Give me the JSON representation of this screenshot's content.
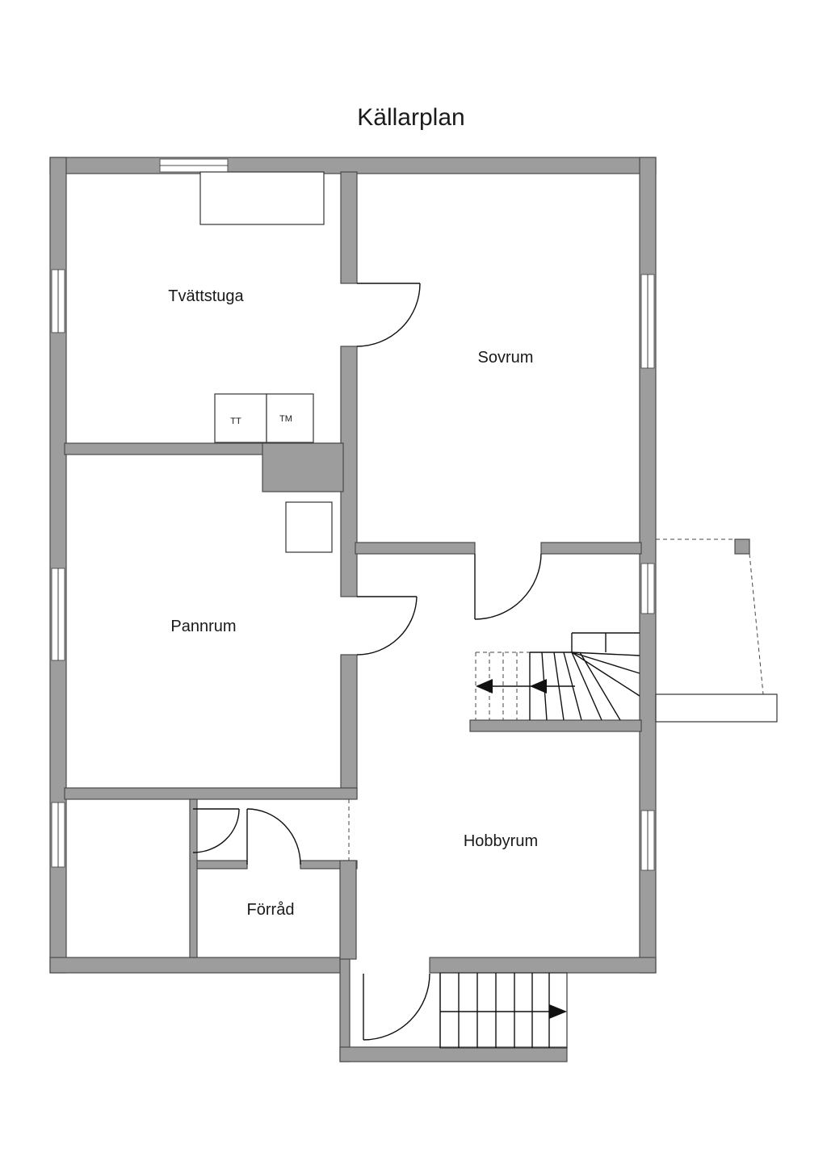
{
  "title": "Källarplan",
  "rooms": {
    "tvattstuga": "Tvättstuga",
    "sovrum": "Sovrum",
    "pannrum": "Pannrum",
    "hobbyrum": "Hobbyrum",
    "forrad": "Förråd"
  },
  "appliances": {
    "dryer": "TT",
    "washer": "TM"
  },
  "colors": {
    "wall": "#9d9d9d",
    "line": "#111111",
    "background": "#ffffff"
  }
}
